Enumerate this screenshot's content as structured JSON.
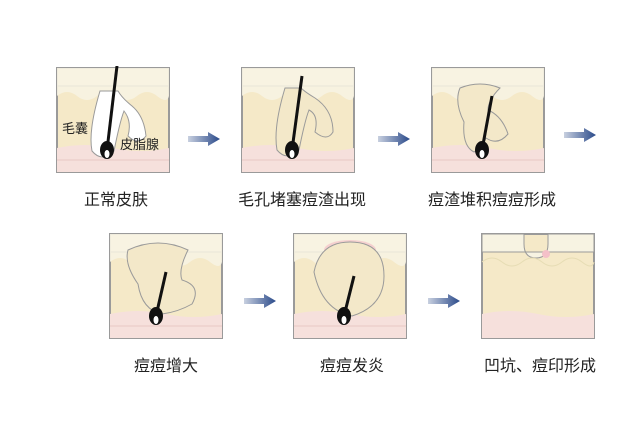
{
  "stages": [
    {
      "label": "正常皮肤",
      "annotations": [
        "毛囊",
        "皮脂腺"
      ]
    },
    {
      "label": "毛孔堵塞痘渣出现"
    },
    {
      "label": "痘渣堆积痘痘形成"
    },
    {
      "label": "痘痘增大"
    },
    {
      "label": "痘痘发炎"
    },
    {
      "label": "凹坑、痘印形成"
    }
  ],
  "colors": {
    "dermis": "#f5e9c8",
    "epidermis": "#f7f3e2",
    "base": "#f6e0dc",
    "sebum": "#f3e8c9",
    "outline": "#9a9a9a",
    "arrow": "#2a4a8a",
    "hair": "#111111",
    "inflamed": "#f4c0c8"
  }
}
